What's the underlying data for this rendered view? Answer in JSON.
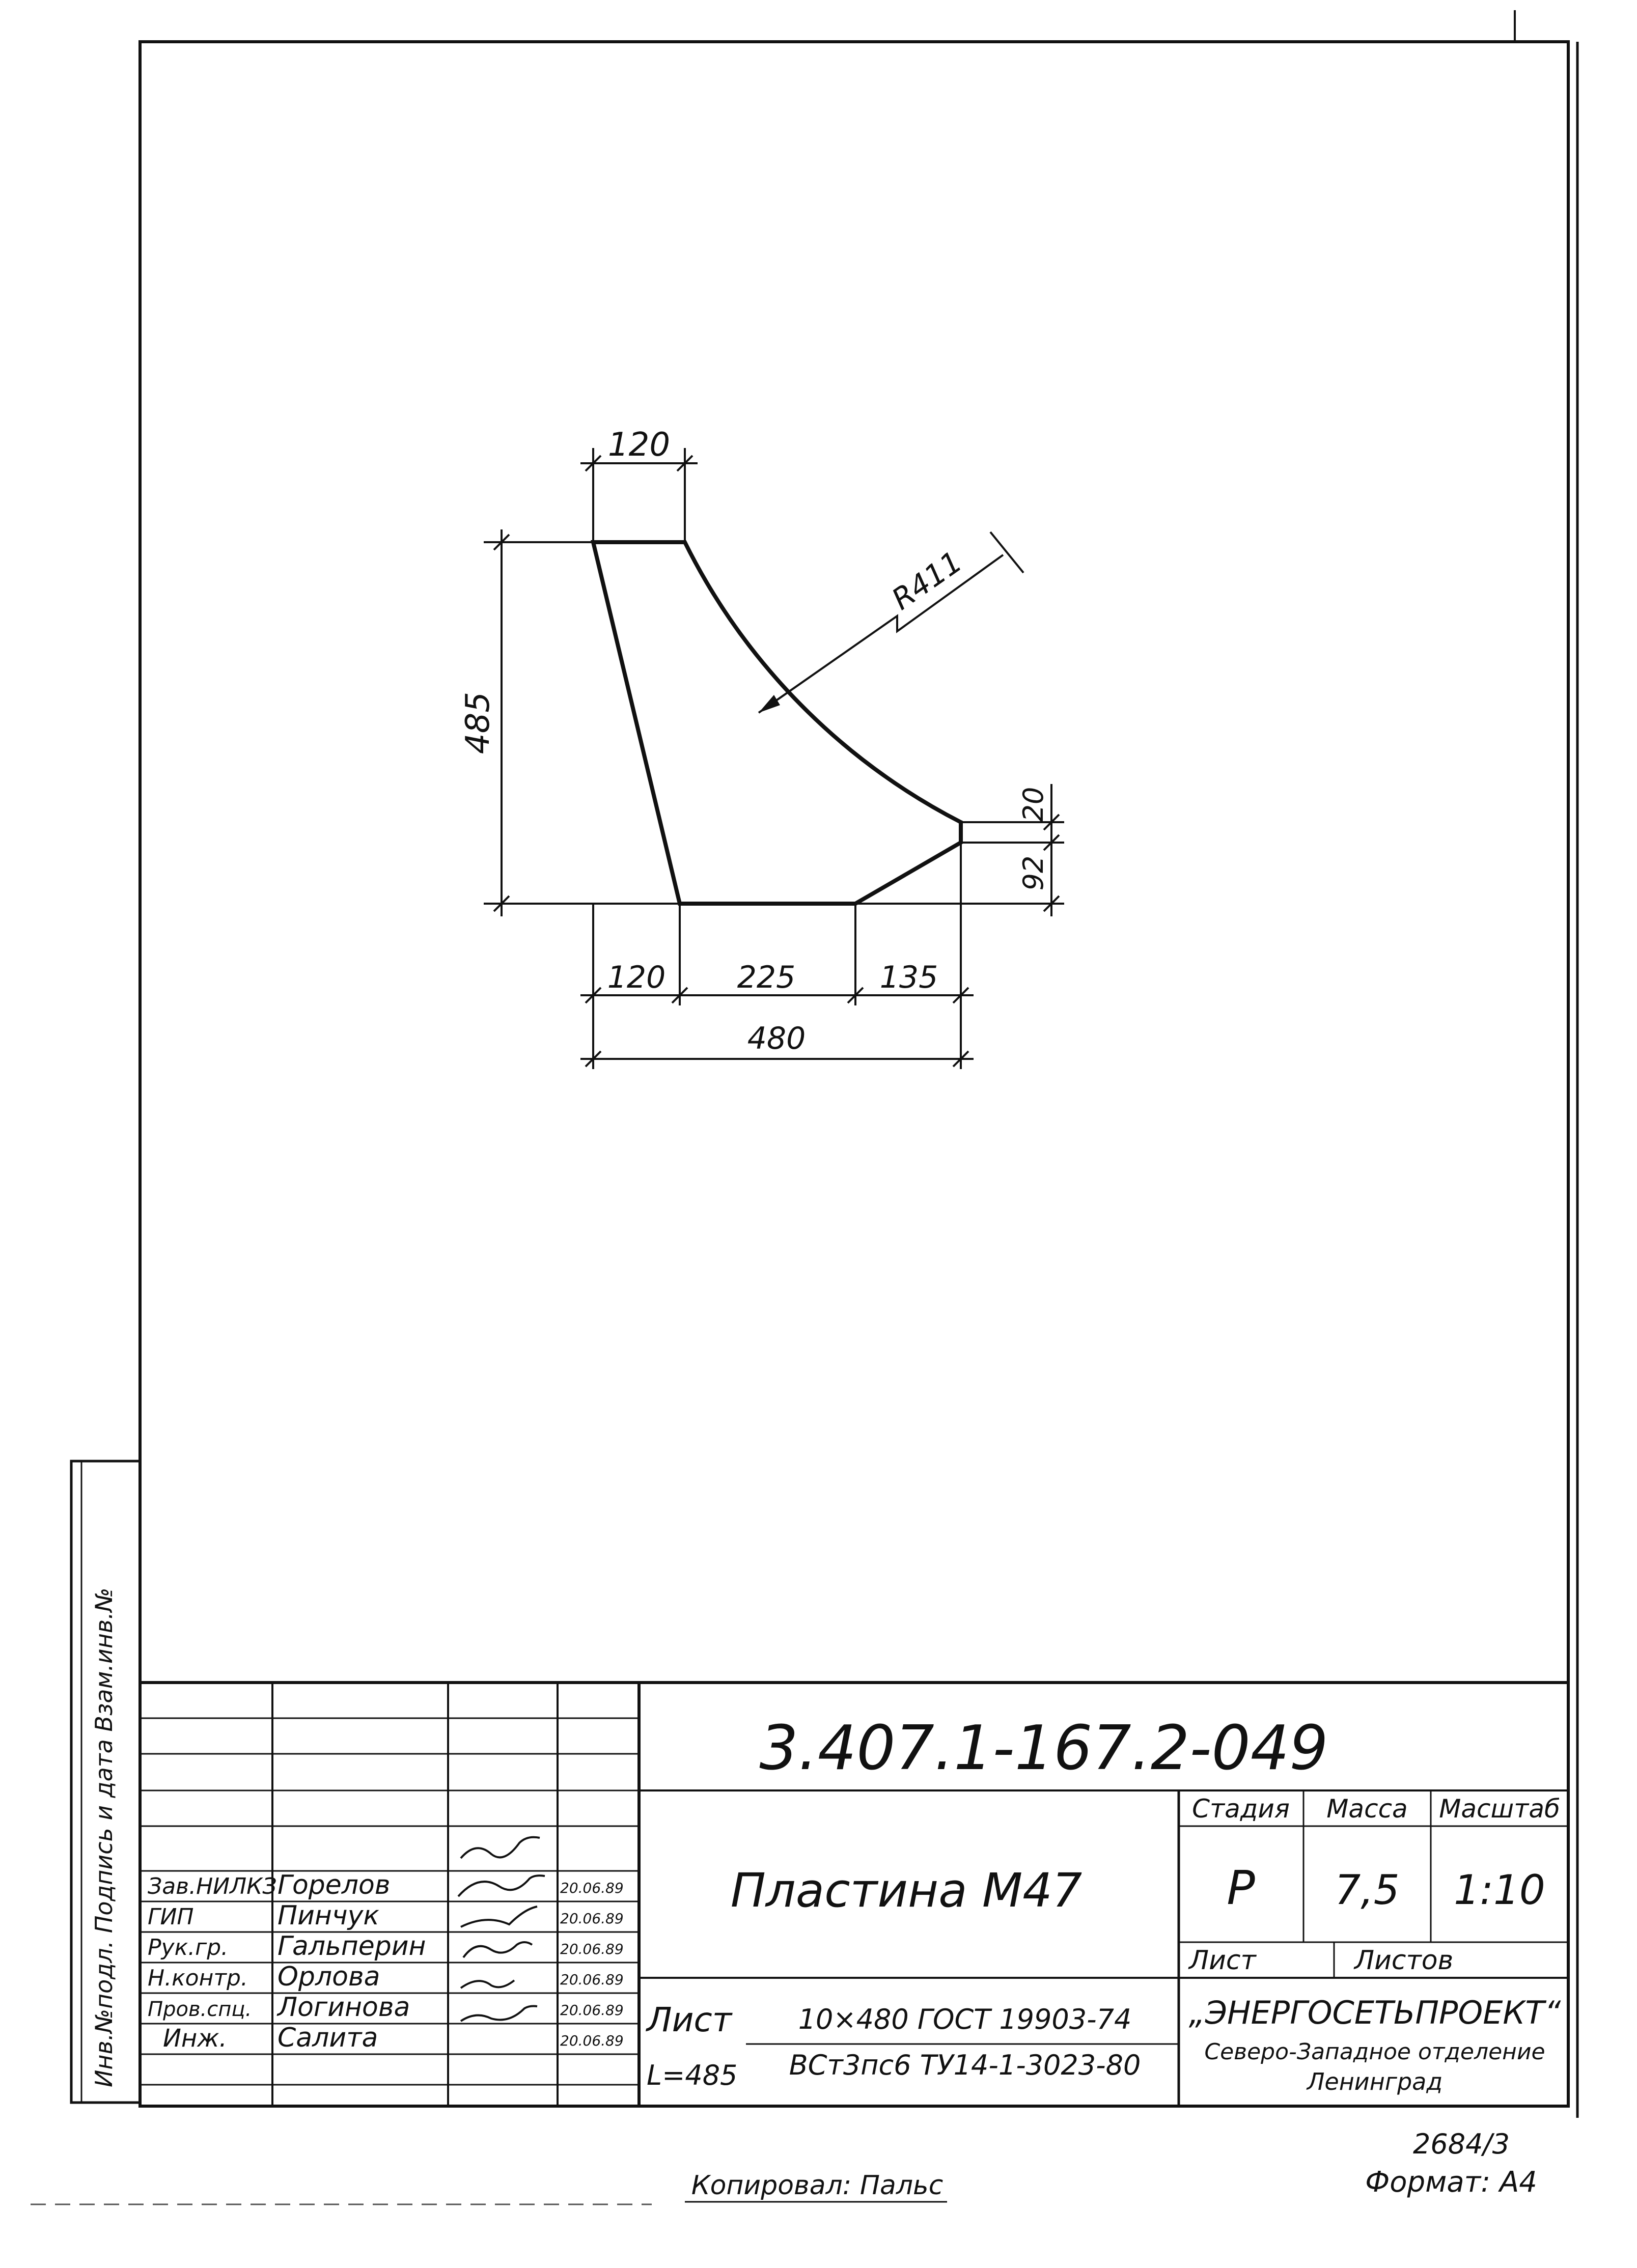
{
  "drawing": {
    "dimensions": {
      "top_width": "120",
      "height": "485",
      "radius": "R411",
      "right_top": "20",
      "right_bottom": "92",
      "base_left": "120",
      "base_mid": "225",
      "base_right": "135",
      "overall_width": "480"
    }
  },
  "title_block": {
    "document_code": "3.407.1-167.2-049",
    "part_name": "Пластина М47",
    "stage_header": "Стадия",
    "mass_header": "Масса",
    "scale_header": "Масштаб",
    "stage": "Р",
    "mass": "7,5",
    "scale": "1:10",
    "sheet_label": "Лист",
    "sheets_label": "Листов",
    "material_sheet": "Лист",
    "material_length": "L=485",
    "material_line1": "10×480 ГОСТ 19903-74",
    "material_line2": "ВСт3пс6 ТУ14-1-3023-80",
    "org_name": "„ЭНЕРГОСЕТЬПРОЕКТ“",
    "org_branch": "Северо-Западное отделение",
    "org_city": "Ленинград",
    "signatures": [
      {
        "role": "Зав.НИЛКЗ",
        "name": "Горелов",
        "date": "20.06.89"
      },
      {
        "role": "ГИП",
        "name": "Пинчук",
        "date": "20.06.89"
      },
      {
        "role": "Рук.гр.",
        "name": "Гальперин",
        "date": "20.06.89"
      },
      {
        "role": "Н.контр.",
        "name": "Орлова",
        "date": "20.06.89"
      },
      {
        "role": "Пров.спц.",
        "name": "Логинова",
        "date": "20.06.89"
      },
      {
        "role": "Инж.",
        "name": "Салита",
        "date": "20.06.89"
      }
    ]
  },
  "side_stamp": "Инв.№подл. Подпись и дата Взам.инв.№",
  "footer": {
    "copied_by": "Копировал: Пальс",
    "sheet_number": "2684/3",
    "format": "Формат: А4"
  }
}
